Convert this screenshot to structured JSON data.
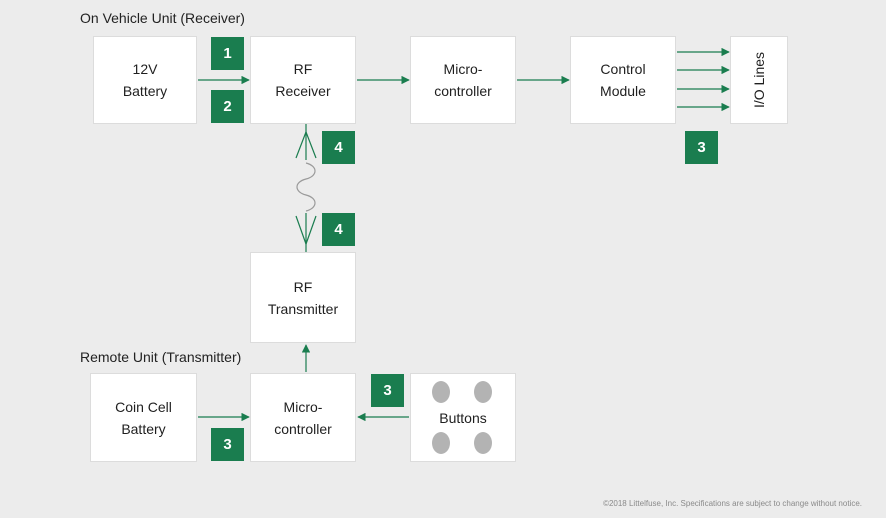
{
  "sections": {
    "vehicle_title": "On Vehicle Unit (Receiver)",
    "remote_title": "Remote Unit (Transmitter)"
  },
  "blocks": {
    "battery_12v": "12V\nBattery",
    "rf_receiver": "RF\nReceiver",
    "microcontroller_vehicle": "Micro-\ncontroller",
    "control_module": "Control\nModule",
    "io_lines": "I/O Lines",
    "rf_transmitter": "RF\nTransmitter",
    "coin_cell_battery": "Coin Cell\nBattery",
    "microcontroller_remote": "Micro-\ncontroller",
    "buttons": "Buttons"
  },
  "badges": {
    "b1": "1",
    "b2": "2",
    "b3_io": "3",
    "b4_top": "4",
    "b4_bottom": "4",
    "b3_buttons": "3",
    "b3_coin": "3"
  },
  "colors": {
    "accent_green": "#1a7d4f",
    "background": "#ececec",
    "box_fill": "#ffffff",
    "button_dot": "#b3b3b3",
    "antenna_wave": "#9a9a9a"
  },
  "footer": "©2018 Littelfuse, Inc. Specifications are subject to change without notice."
}
